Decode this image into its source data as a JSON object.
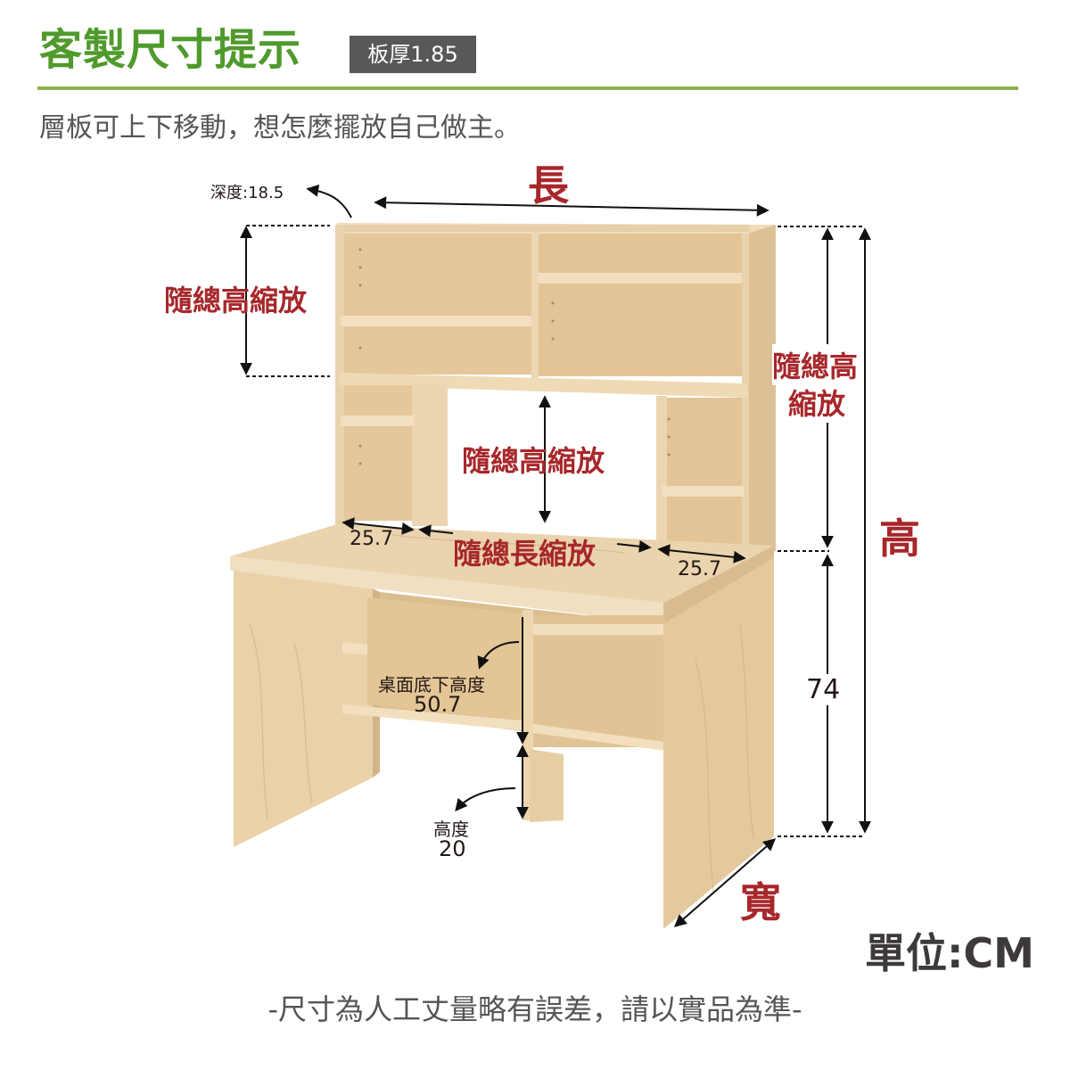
{
  "header": {
    "title": "客製尺寸提示",
    "badge": "板厚1.85",
    "subtitle": "層板可上下移動，想怎麼擺放自己做主。"
  },
  "labels": {
    "length": "長",
    "height": "高",
    "width": "寬",
    "depth": "深度:18.5",
    "top_left_scale": "隨總高縮放",
    "right_scale_line1": "隨總高",
    "right_scale_line2": "縮放",
    "middle_scale": "隨總高縮放",
    "length_scale": "隨總長縮放",
    "left_cabinet_width": "25.7",
    "right_cabinet_width": "25.7",
    "desk_height": "74",
    "under_desk_label": "桌面底下高度",
    "under_desk_value": "50.7",
    "bottom_label": "高度",
    "bottom_value": "20"
  },
  "footer": {
    "unit": "單位:CM",
    "note": "-尺寸為人工丈量略有誤差，請以實品為準-"
  },
  "colors": {
    "title_green": "#4f9a2c",
    "rule_green": "#8fae4e",
    "label_red": "#a7272a",
    "wood": "#e8d2ad"
  }
}
